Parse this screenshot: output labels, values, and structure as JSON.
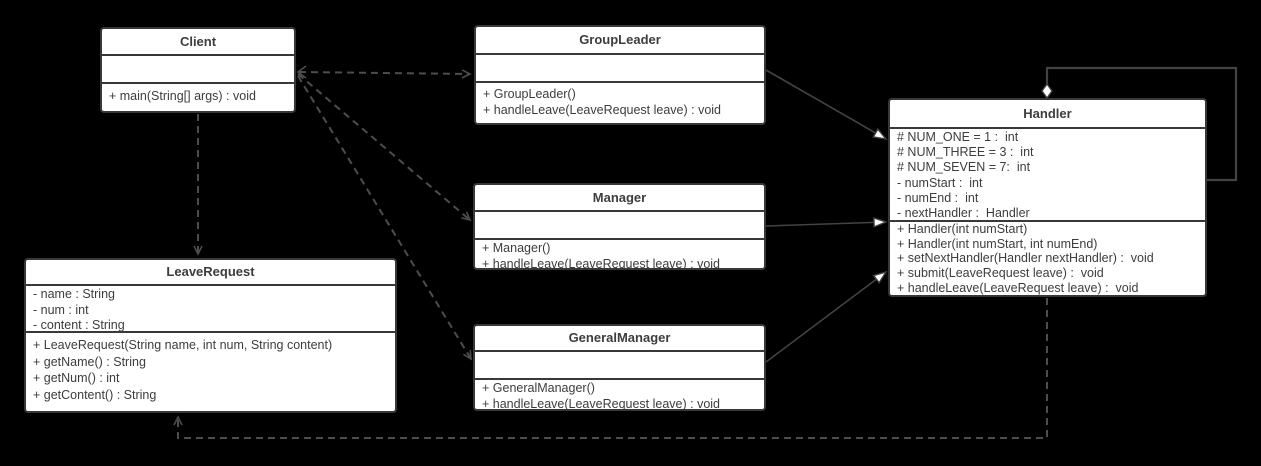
{
  "diagram": {
    "kind": "uml-class-diagram",
    "background_color": "#000000",
    "box_fill": "#ffffff",
    "box_border_color": "#383838",
    "text_color": "#3d3d3d",
    "connector_color": "#4d4d4d",
    "classes": [
      {
        "name": "Client",
        "title": "Client",
        "attributes": [],
        "methods": [
          "+ main(String[] args) : void"
        ]
      },
      {
        "name": "GroupLeader",
        "title": "GroupLeader",
        "attributes": [],
        "methods": [
          "+ GroupLeader()",
          "+ handleLeave(LeaveRequest leave) : void"
        ]
      },
      {
        "name": "Manager",
        "title": "Manager",
        "attributes": [],
        "methods": [
          "+ Manager()",
          "+ handleLeave(LeaveRequest leave) : void"
        ]
      },
      {
        "name": "GeneralManager",
        "title": "GeneralManager",
        "attributes": [],
        "methods": [
          "+ GeneralManager()",
          "+ handleLeave(LeaveRequest leave) : void"
        ]
      },
      {
        "name": "Handler",
        "title": "Handler",
        "attributes": [
          "# NUM_ONE = 1 :  int",
          "# NUM_THREE = 3 :  int",
          "# NUM_SEVEN = 7:  int",
          "- numStart :  int",
          "- numEnd :  int",
          "- nextHandler :  Handler"
        ],
        "methods": [
          "+ Handler(int numStart)",
          "+ Handler(int numStart, int numEnd)",
          "+ setNextHandler(Handler nextHandler) :  void",
          "+ submit(LeaveRequest leave) :  void",
          "+ handleLeave(LeaveRequest leave) :  void"
        ]
      },
      {
        "name": "LeaveRequest",
        "title": "LeaveRequest",
        "attributes": [
          "- name : String",
          "- num : int",
          "- content : String"
        ],
        "methods": [
          "+ LeaveRequest(String name, int num, String content)",
          "+ getName() : String",
          "+ getNum() : int",
          "+ getContent() : String"
        ]
      }
    ],
    "relationships": [
      {
        "from": "Client",
        "to": "GroupLeader",
        "type": "dependency",
        "style": "dashed-open-arrow-both-ends"
      },
      {
        "from": "Client",
        "to": "Manager",
        "type": "dependency",
        "style": "dashed-open-arrow"
      },
      {
        "from": "Client",
        "to": "GeneralManager",
        "type": "dependency",
        "style": "dashed-open-arrow"
      },
      {
        "from": "Client",
        "to": "LeaveRequest",
        "type": "dependency",
        "style": "dashed-open-arrow"
      },
      {
        "from": "Handler",
        "to": "LeaveRequest",
        "type": "dependency",
        "style": "dashed-open-arrow"
      },
      {
        "from": "GroupLeader",
        "to": "Handler",
        "type": "generalization",
        "style": "solid-hollow-triangle"
      },
      {
        "from": "Manager",
        "to": "Handler",
        "type": "generalization",
        "style": "solid-hollow-triangle"
      },
      {
        "from": "GeneralManager",
        "to": "Handler",
        "type": "generalization",
        "style": "solid-hollow-triangle"
      },
      {
        "from": "Handler",
        "to": "Handler",
        "type": "aggregation",
        "style": "solid-hollow-diamond-self-loop"
      }
    ]
  }
}
